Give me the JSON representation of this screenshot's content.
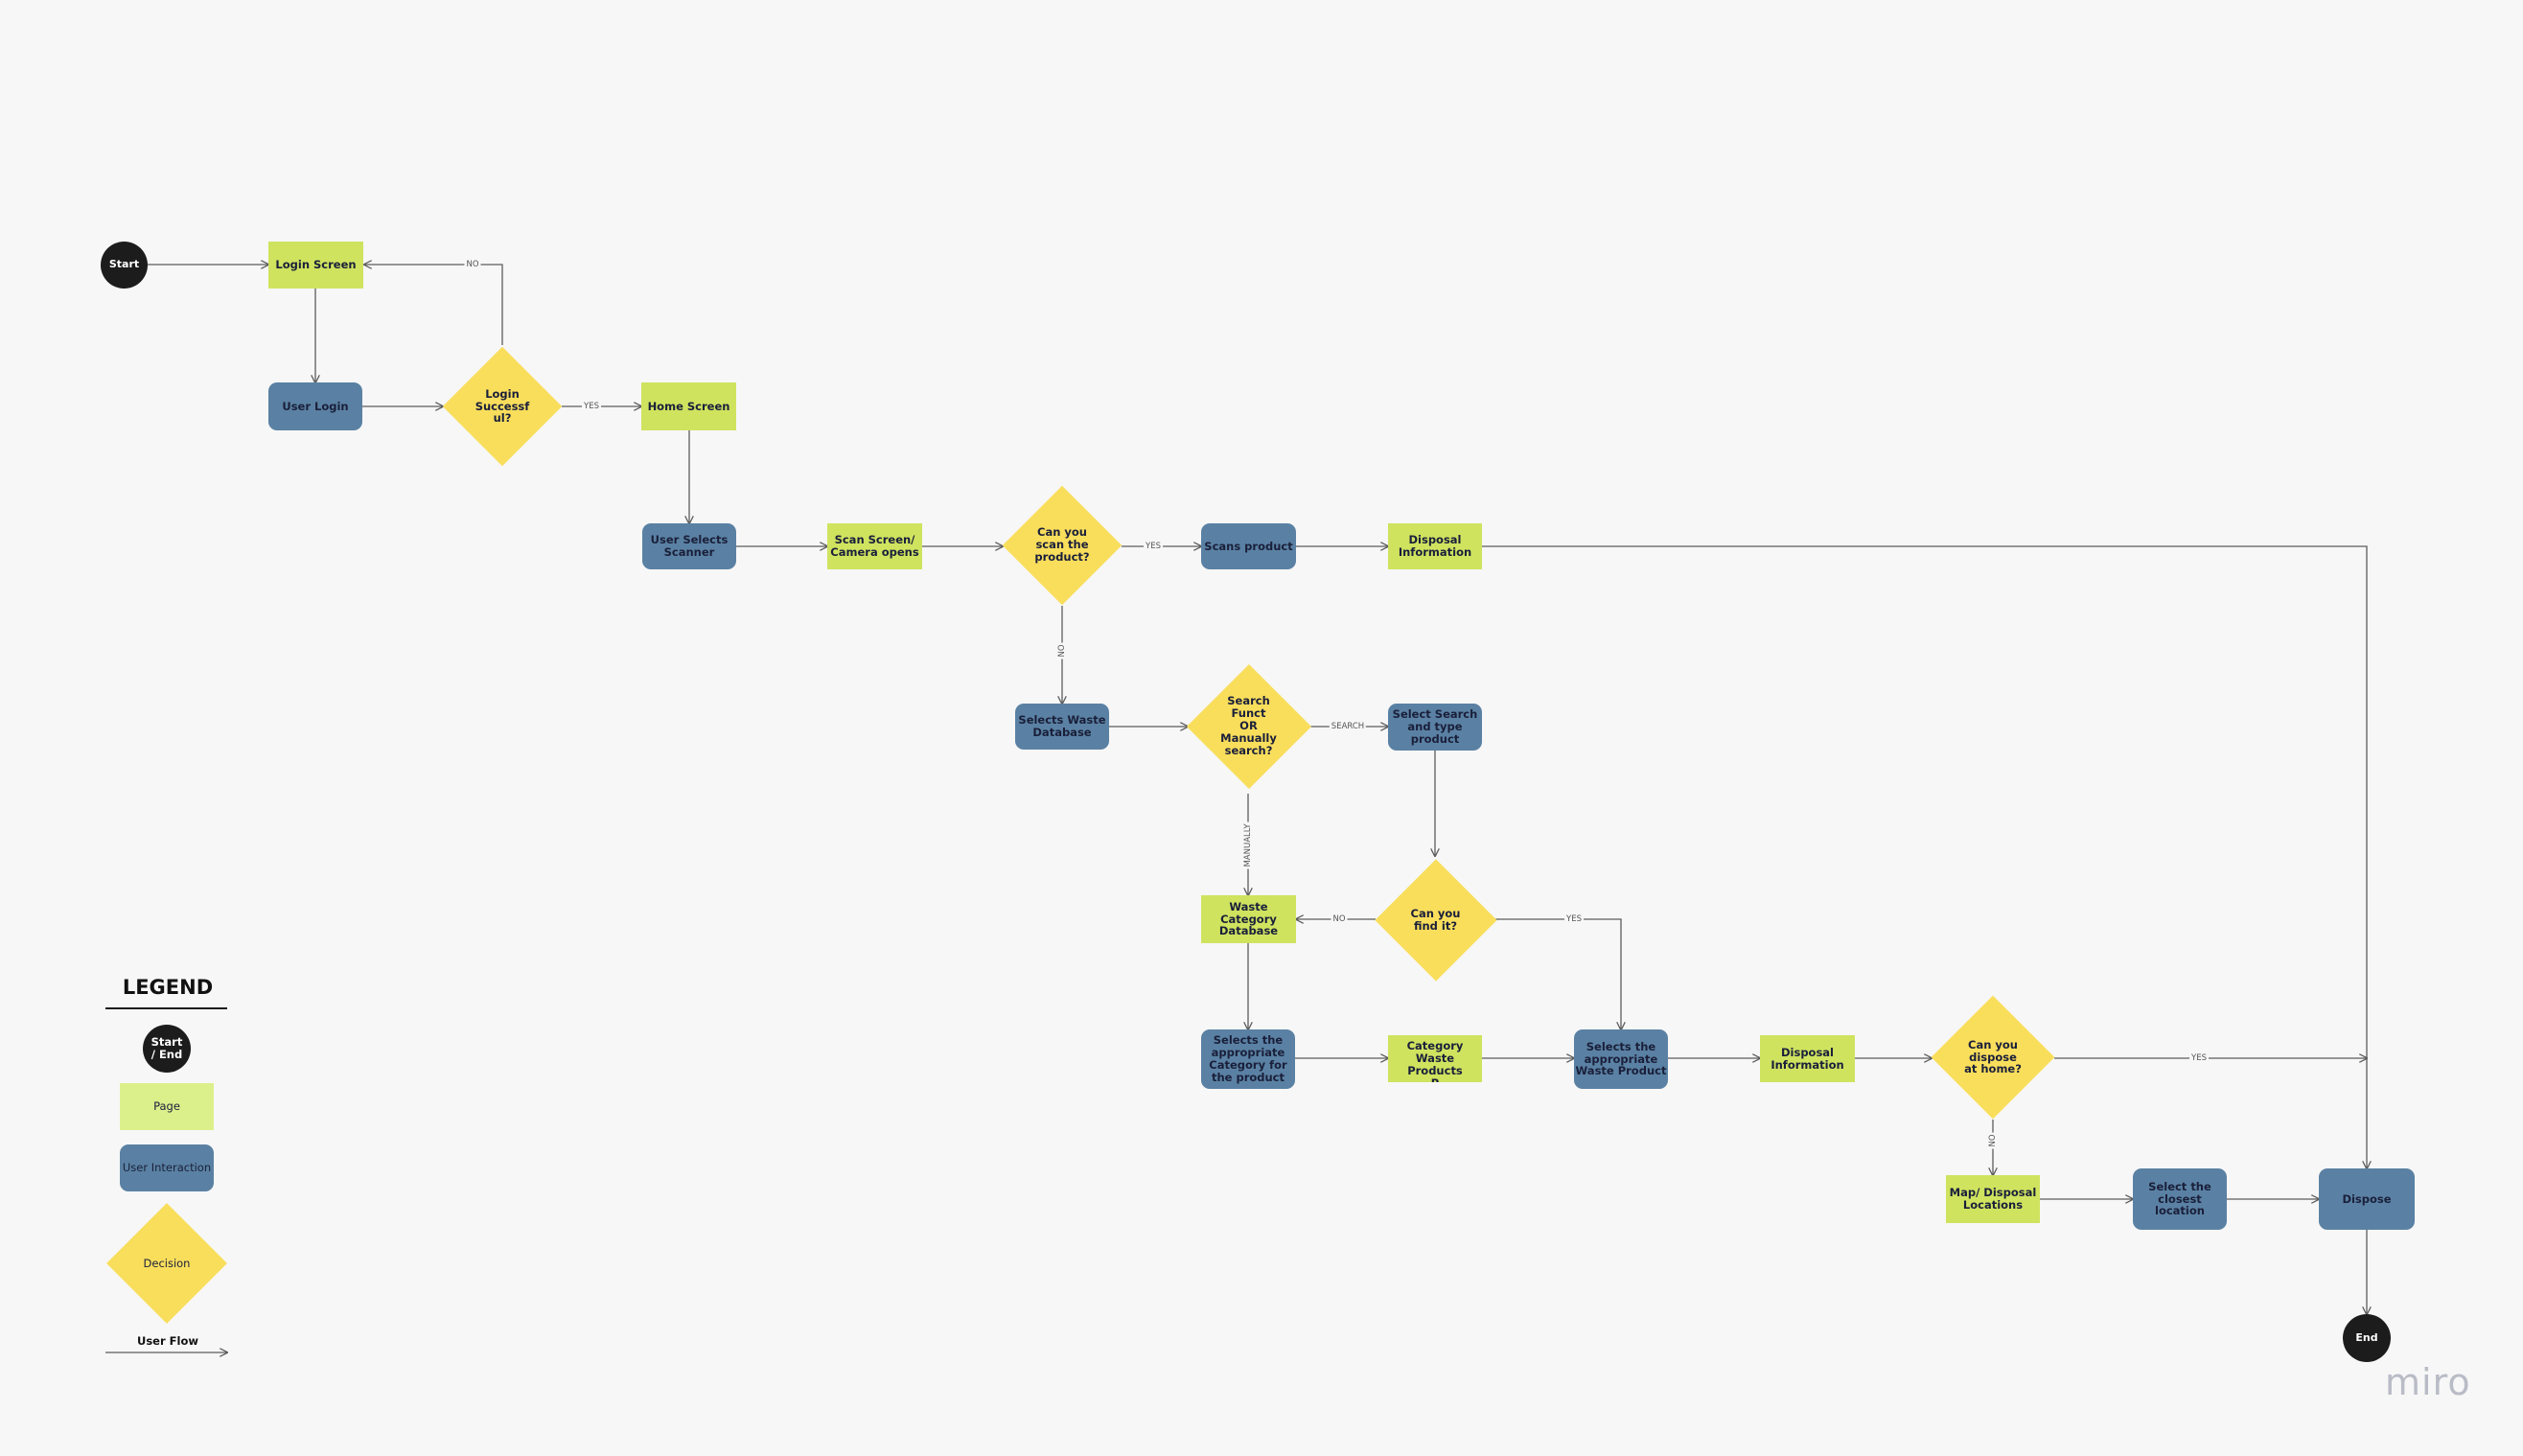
{
  "nodes": {
    "start": "Start",
    "login_screen": "Login Screen",
    "user_login": "User Login",
    "login_successful": "Login\nSuccessf\nul?",
    "home_screen": "Home Screen",
    "user_selects_scanner": "User Selects\nScanner",
    "scan_screen": "Scan Screen/\nCamera opens",
    "can_you_scan": "Can you\nscan the\nproduct?",
    "scans_product": "Scans product",
    "disposal_info_1": "Disposal\nInformation",
    "selects_waste_database": "Selects  Waste\nDatabase",
    "search_or_manual": "Search\nFunct\nOR\nManually\nsearch?",
    "select_search_type": "Select Search\nand type\nproduct",
    "waste_category_database": "Waste\nCategory\nDatabase",
    "can_you_find_it": "Can you\nfind it?",
    "selects_appropriate_category": "Selects the\nappropriate\nCategory for\nthe product",
    "category_waste_products": "Category\nWaste\nProducts\nP",
    "selects_appropriate_waste_product": "Selects the\nappropriate\nWaste Product",
    "disposal_info_2": "Disposal\nInformation",
    "can_dispose_at_home": "Can you\ndispose\nat home?",
    "map_disposal_locations": "Map/ Disposal\nLocations",
    "select_closest_location": "Select the\nclosest\nlocation",
    "dispose": "Dispose",
    "end": "End"
  },
  "edge_labels": {
    "no_1": "NO",
    "yes_1": "YES",
    "yes_2": "YES",
    "no_2": "NO",
    "search": "SEARCH",
    "manually": "MANUALLY",
    "no_3": "NO",
    "yes_3": "YES",
    "yes_4": "YES",
    "no_4": "NO"
  },
  "legend": {
    "title": "LEGEND",
    "start_end": "Start\n/ End",
    "page": "Page",
    "user_interaction": "User Interaction",
    "decision": "Decision",
    "user_flow": "User Flow"
  },
  "watermark": "miro",
  "colors": {
    "page": "#cfe35f",
    "user_interaction": "#5a81a3",
    "decision": "#f9de5c",
    "terminal": "#1c1c1c",
    "connector": "#5c5c5c",
    "background": "#f7f7f7"
  }
}
